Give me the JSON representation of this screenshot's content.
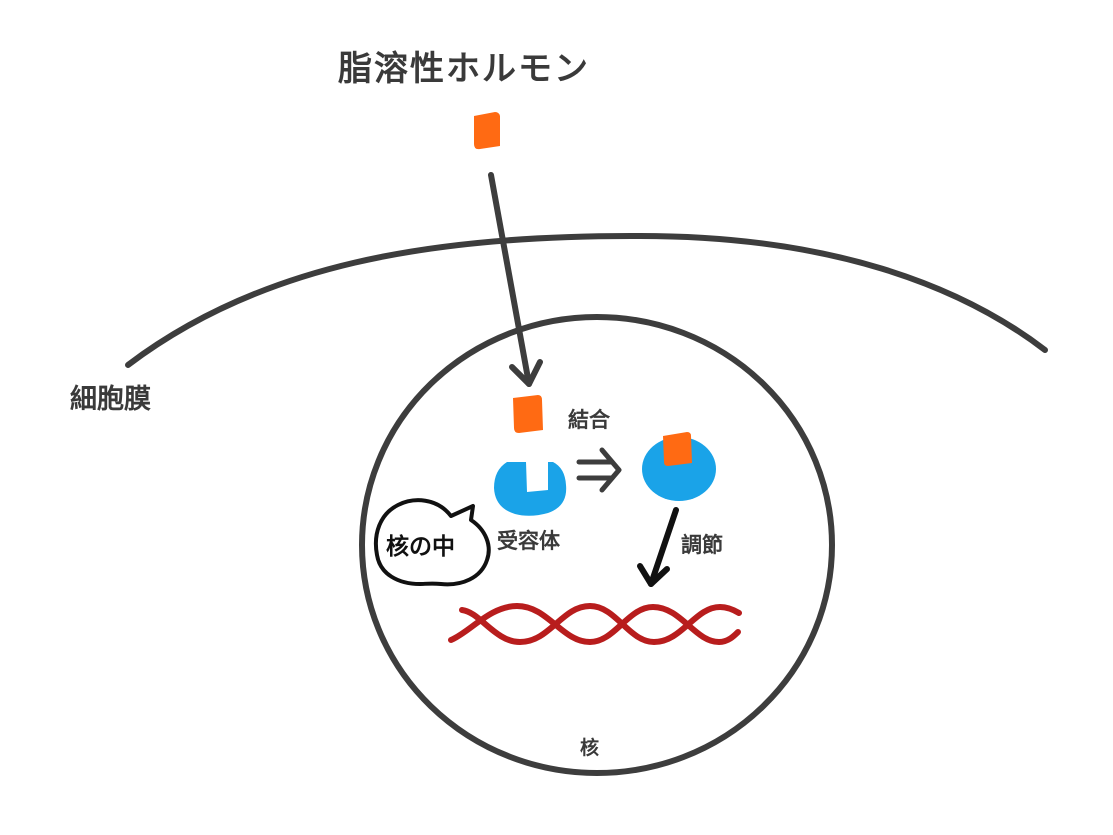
{
  "labels": {
    "title": "脂溶性ホルモン",
    "cell_membrane": "細胞膜",
    "binding": "結合",
    "receptor": "受容体",
    "regulation": "調節",
    "nucleus": "核",
    "speech_bubble": "核の中"
  },
  "colors": {
    "line": "#3d3d3d",
    "hormone": "#ff6a13",
    "receptor": "#1aa3e8",
    "dna": "#b81d1d",
    "bubble_outline": "#111111"
  },
  "icons": {
    "hormone": "orange-square",
    "receptor": "blue-cup",
    "implication": "double-arrow-right",
    "dna": "double-helix"
  }
}
